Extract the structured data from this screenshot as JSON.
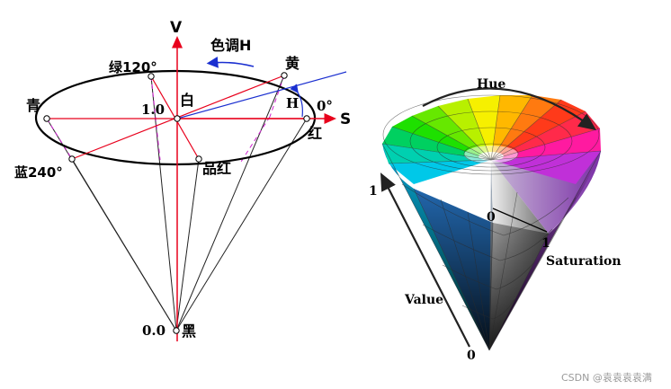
{
  "hsv_diagram": {
    "axis_v": "V",
    "axis_s": "S",
    "hue_caption": "色调H",
    "h_marker": "H",
    "top_value": "1.0",
    "white": "白",
    "bottom_value": "0.0",
    "black": "黑",
    "green_label": "绿120°",
    "yellow_label": "黄",
    "cyan_label": "青",
    "red_deg": "0°",
    "red_label": "红",
    "blue_label": "蓝240°",
    "magenta_label": "品红"
  },
  "cone_diagram": {
    "hue": "Hue",
    "saturation": "Saturation",
    "value": "Value",
    "one_left": "1",
    "zero_bottom": "0",
    "zero_center": "0",
    "one_sat": "1"
  },
  "watermark": "CSDN @袁袁袁袁满"
}
